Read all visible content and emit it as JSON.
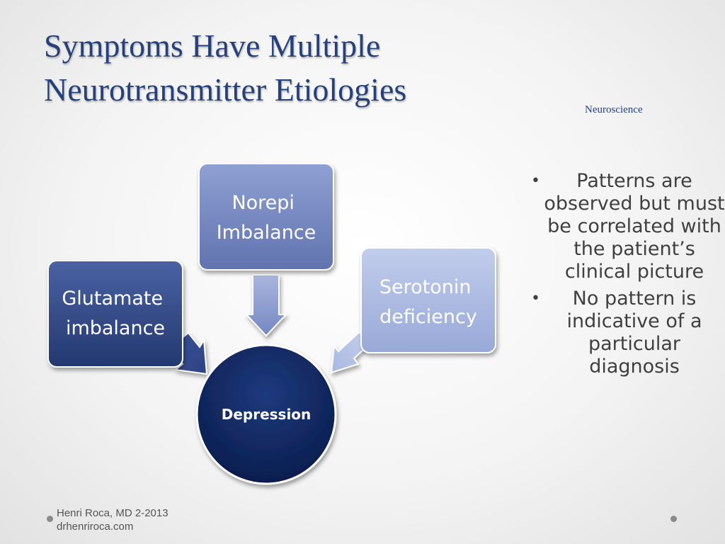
{
  "title": {
    "line1": "Symptoms Have Multiple",
    "line2": "Neurotransmitter  Etiologies"
  },
  "subtag": "Neuroscience",
  "diagram": {
    "boxes": [
      {
        "id": "glutamate",
        "line1": "Glutamate",
        "line2": "imbalance",
        "color": "#2c4383"
      },
      {
        "id": "norepi",
        "line1": "Norepi",
        "line2": "Imbalance",
        "color": "#6f82bf"
      },
      {
        "id": "serotonin",
        "line1": "Serotonin",
        "line2": "deficiency",
        "color": "#a9b8e0"
      }
    ],
    "center": {
      "label": "Depression",
      "color": "#0e245c"
    }
  },
  "bullets": [
    "Patterns are observed but must be correlated with the patient’s clinical picture",
    "No pattern is indicative of a particular diagnosis"
  ],
  "bullet_glyph": "•",
  "footer": {
    "line1": "Henri Roca, MD 2-2013",
    "line2": "drhenriroca.com"
  }
}
